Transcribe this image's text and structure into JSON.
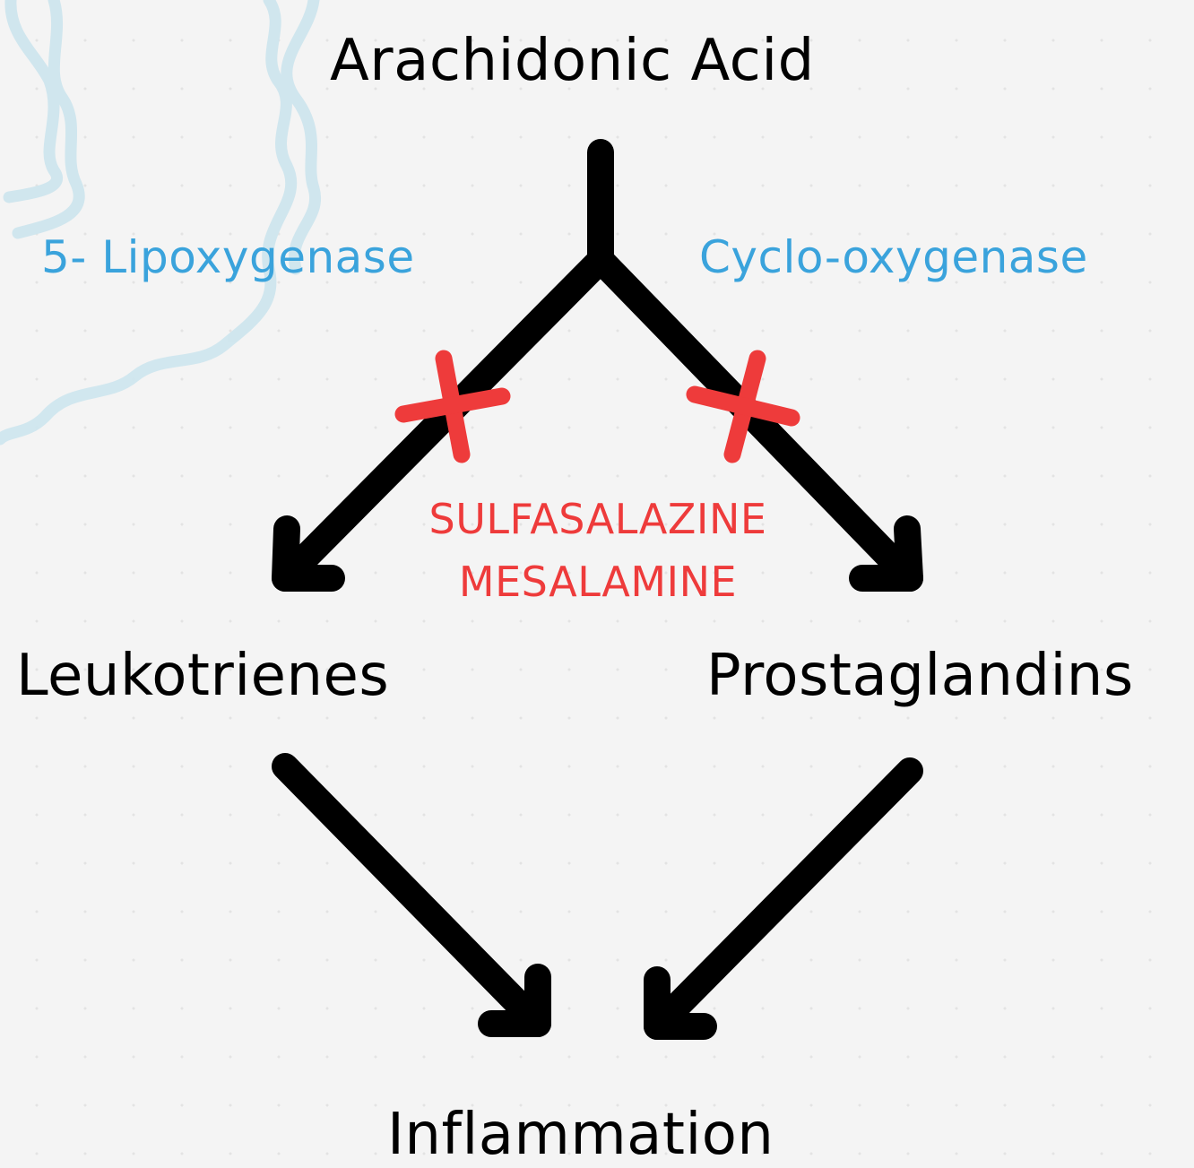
{
  "nodes": {
    "source": "Arachidonic Acid",
    "left_product": "Leukotrienes",
    "right_product": "Prostaglandins",
    "outcome": "Inflammation"
  },
  "enzymes": {
    "left": "5- Lipoxygenase",
    "right": "Cyclo-oxygenase"
  },
  "inhibitors": [
    "SULFASALAZINE",
    "MESALAMINE"
  ],
  "colors": {
    "arrow": "#000000",
    "enzyme_text": "#3aa3dc",
    "inhibitor": "#ee3b3b",
    "decoration": "#cfe6ee",
    "background": "#f4f4f4"
  },
  "icons": {
    "blocked_marker": "red-x-mark-icon",
    "decoration": "intestine-outline-icon"
  }
}
